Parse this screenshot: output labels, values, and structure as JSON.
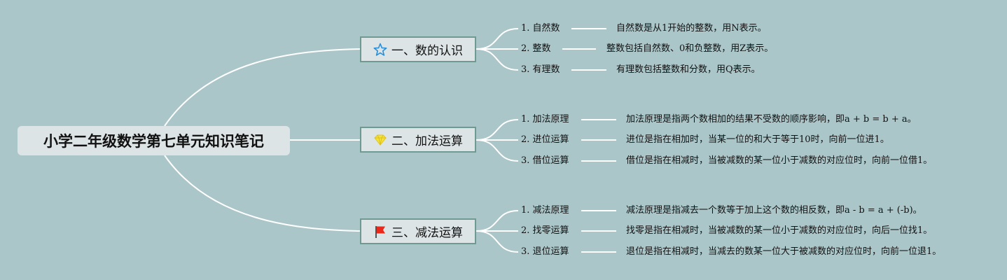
{
  "root": {
    "title": "小学二年级数学第七单元知识笔记"
  },
  "branches": [
    {
      "label": "一、数的认识",
      "icon": "star-icon",
      "items": [
        {
          "term": "1. 自然数",
          "desc": "自然数是从1开始的整数，用N表示。"
        },
        {
          "term": "2. 整数",
          "desc": "整数包括自然数、0和负整数，用Z表示。"
        },
        {
          "term": "3. 有理数",
          "desc": "有理数包括整数和分数，用Q表示。"
        }
      ]
    },
    {
      "label": "二、加法运算",
      "icon": "diamond-icon",
      "items": [
        {
          "term": "1. 加法原理",
          "desc": "加法原理是指两个数相加的结果不受数的顺序影响，即a + b = b + a。"
        },
        {
          "term": "2. 进位运算",
          "desc": "进位是指在相加时，当某一位的和大于等于10时，向前一位进1。"
        },
        {
          "term": "3. 借位运算",
          "desc": "借位是指在相减时，当被减数的某一位小于减数的对应位时，向前一位借1。"
        }
      ]
    },
    {
      "label": "三、减法运算",
      "icon": "flag-icon",
      "items": [
        {
          "term": "1. 减法原理",
          "desc": "减法原理是指减去一个数等于加上这个数的相反数，即a - b = a + (-b)。"
        },
        {
          "term": "2. 找零运算",
          "desc": "找零是指在相减时，当被减数的某一位小于减数的对应位时，向后一位找1。"
        },
        {
          "term": "3. 退位运算",
          "desc": "退位是指在相减时，当减去的数某一位大于被减数的对应位时，向前一位退1。"
        }
      ]
    }
  ]
}
